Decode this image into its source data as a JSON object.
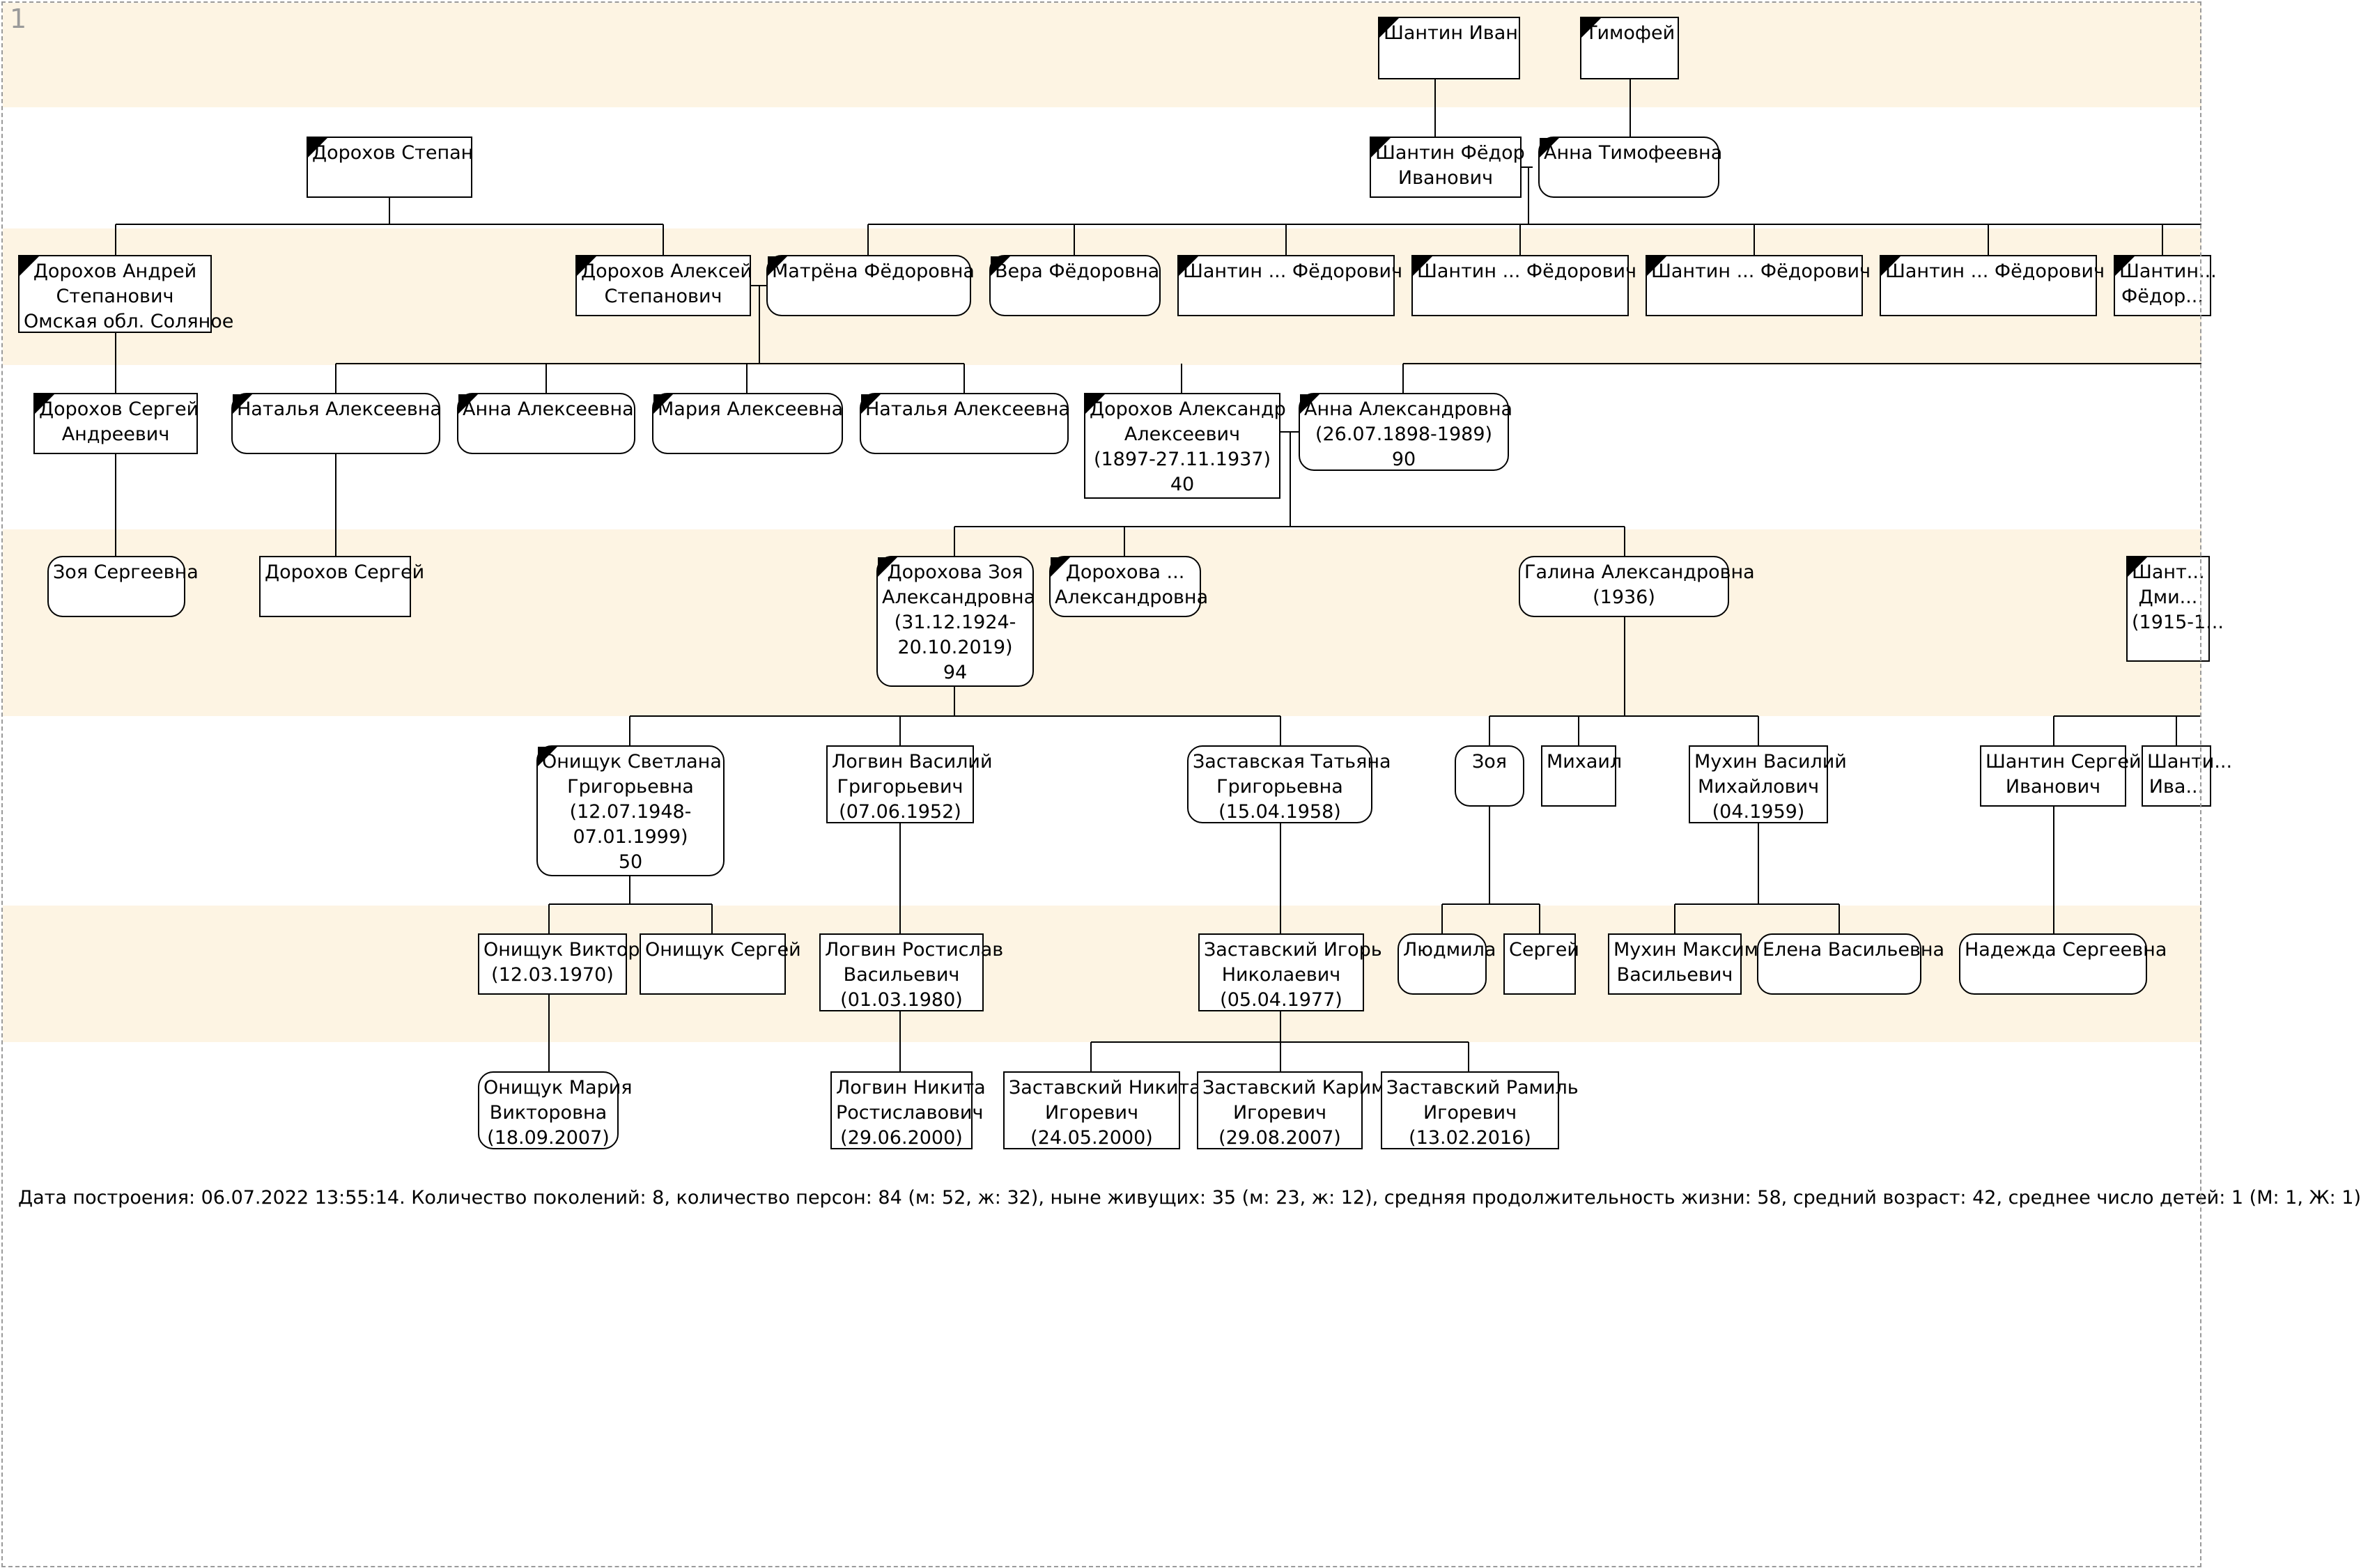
{
  "page_number": "1",
  "people": [
    {
      "id": "p1",
      "lines": [
        "Шантин Иван"
      ],
      "female": false,
      "deceased": true
    },
    {
      "id": "p2",
      "lines": [
        "Тимофей"
      ],
      "female": false,
      "deceased": true
    },
    {
      "id": "p3",
      "lines": [
        "Дорохов Степан"
      ],
      "female": false,
      "deceased": true
    },
    {
      "id": "p4",
      "lines": [
        "Шантин Фёдор",
        "Иванович"
      ],
      "female": false,
      "deceased": true
    },
    {
      "id": "p5",
      "lines": [
        "Анна Тимофеевна"
      ],
      "female": true,
      "deceased": true
    },
    {
      "id": "p6",
      "lines": [
        "Дорохов Андрей",
        "Степанович",
        "Омская обл. Соляное"
      ],
      "female": false,
      "deceased": true
    },
    {
      "id": "p7",
      "lines": [
        "Дорохов Алексей",
        "Степанович"
      ],
      "female": false,
      "deceased": true
    },
    {
      "id": "p8",
      "lines": [
        "Матрёна Фёдоровна"
      ],
      "female": true,
      "deceased": true
    },
    {
      "id": "p9",
      "lines": [
        "Вера Фёдоровна"
      ],
      "female": true,
      "deceased": true
    },
    {
      "id": "p10",
      "lines": [
        "Шантин ... Фёдорович"
      ],
      "female": false,
      "deceased": true
    },
    {
      "id": "p11",
      "lines": [
        "Шантин ... Фёдорович"
      ],
      "female": false,
      "deceased": true
    },
    {
      "id": "p12",
      "lines": [
        "Шантин ... Фёдорович"
      ],
      "female": false,
      "deceased": true
    },
    {
      "id": "p13",
      "lines": [
        "Шантин ... Фёдорович"
      ],
      "female": false,
      "deceased": true
    },
    {
      "id": "p14",
      "lines": [
        "Шантин...",
        "Фёдор..."
      ],
      "female": false,
      "deceased": true
    },
    {
      "id": "p15",
      "lines": [
        "Дорохов Сергей",
        "Андреевич"
      ],
      "female": false,
      "deceased": true
    },
    {
      "id": "p16",
      "lines": [
        "Наталья Алексеевна"
      ],
      "female": true,
      "deceased": true
    },
    {
      "id": "p17",
      "lines": [
        "Анна Алексеевна"
      ],
      "female": true,
      "deceased": true
    },
    {
      "id": "p18",
      "lines": [
        "Мария Алексеевна"
      ],
      "female": true,
      "deceased": true
    },
    {
      "id": "p19",
      "lines": [
        "Наталья Алексеевна"
      ],
      "female": true,
      "deceased": true
    },
    {
      "id": "p20",
      "lines": [
        "Дорохов Александр",
        "Алексеевич",
        "(1897-27.11.1937)",
        "40"
      ],
      "female": false,
      "deceased": true
    },
    {
      "id": "p21",
      "lines": [
        "Анна Александровна",
        "(26.07.1898-1989)",
        "90"
      ],
      "female": true,
      "deceased": true
    },
    {
      "id": "p22",
      "lines": [
        "Зоя Сергеевна"
      ],
      "female": true,
      "deceased": false
    },
    {
      "id": "p23",
      "lines": [
        "Дорохов Сергей"
      ],
      "female": false,
      "deceased": false
    },
    {
      "id": "p24",
      "lines": [
        "Дорохова Зоя",
        "Александровна",
        "(31.12.1924-",
        "20.10.2019)",
        "94"
      ],
      "female": true,
      "deceased": true
    },
    {
      "id": "p25",
      "lines": [
        "Дорохова ...",
        "Александровна"
      ],
      "female": true,
      "deceased": true
    },
    {
      "id": "p26",
      "lines": [
        "Галина Александровна",
        "(1936)"
      ],
      "female": true,
      "deceased": false
    },
    {
      "id": "p27",
      "lines": [
        "Шант...",
        "Дми...",
        "(1915-1..."
      ],
      "female": false,
      "deceased": true
    },
    {
      "id": "p28",
      "lines": [
        "Онищук Светлана",
        "Григорьевна",
        "(12.07.1948-",
        "07.01.1999)",
        "50"
      ],
      "female": true,
      "deceased": true
    },
    {
      "id": "p29",
      "lines": [
        "Логвин Василий",
        "Григорьевич",
        "(07.06.1952)"
      ],
      "female": false,
      "deceased": false
    },
    {
      "id": "p30",
      "lines": [
        "Заставская Татьяна",
        "Григорьевна",
        "(15.04.1958)"
      ],
      "female": true,
      "deceased": false
    },
    {
      "id": "p31",
      "lines": [
        "Зоя"
      ],
      "female": true,
      "deceased": false
    },
    {
      "id": "p32",
      "lines": [
        "Михаил"
      ],
      "female": false,
      "deceased": false
    },
    {
      "id": "p33",
      "lines": [
        "Мухин Василий",
        "Михайлович",
        "(04.1959)"
      ],
      "female": false,
      "deceased": false
    },
    {
      "id": "p34",
      "lines": [
        "Шантин Сергей",
        "Иванович"
      ],
      "female": false,
      "deceased": false
    },
    {
      "id": "p35",
      "lines": [
        "Шанти...",
        "Ива..."
      ],
      "female": false,
      "deceased": false
    },
    {
      "id": "p36",
      "lines": [
        "Онищук Виктор",
        "(12.03.1970)"
      ],
      "female": false,
      "deceased": false
    },
    {
      "id": "p37",
      "lines": [
        "Онищук Сергей"
      ],
      "female": false,
      "deceased": false
    },
    {
      "id": "p38",
      "lines": [
        "Логвин Ростислав",
        "Васильевич",
        "(01.03.1980)"
      ],
      "female": false,
      "deceased": false
    },
    {
      "id": "p39",
      "lines": [
        "Заставский Игорь",
        "Николаевич",
        "(05.04.1977)"
      ],
      "female": false,
      "deceased": false
    },
    {
      "id": "p40",
      "lines": [
        "Людмила"
      ],
      "female": true,
      "deceased": false
    },
    {
      "id": "p41",
      "lines": [
        "Сергей"
      ],
      "female": false,
      "deceased": false
    },
    {
      "id": "p42",
      "lines": [
        "Мухин Максим",
        "Васильевич"
      ],
      "female": false,
      "deceased": false
    },
    {
      "id": "p43",
      "lines": [
        "Елена Васильевна"
      ],
      "female": true,
      "deceased": false
    },
    {
      "id": "p44",
      "lines": [
        "Надежда Сергеевна"
      ],
      "female": true,
      "deceased": false
    },
    {
      "id": "p45",
      "lines": [
        "Онищук Мария",
        "Викторовна",
        "(18.09.2007)"
      ],
      "female": true,
      "deceased": false
    },
    {
      "id": "p46",
      "lines": [
        "Логвин Никита",
        "Ростиславович",
        "(29.06.2000)"
      ],
      "female": false,
      "deceased": false
    },
    {
      "id": "p47",
      "lines": [
        "Заставский Никита",
        "Игоревич",
        "(24.05.2000)"
      ],
      "female": false,
      "deceased": false
    },
    {
      "id": "p48",
      "lines": [
        "Заставский Карим",
        "Игоревич",
        "(29.08.2007)"
      ],
      "female": false,
      "deceased": false
    },
    {
      "id": "p49",
      "lines": [
        "Заставский Рамиль",
        "Игоревич",
        "(13.02.2016)"
      ],
      "female": false,
      "deceased": false
    }
  ],
  "footer": "Дата построения: 06.07.2022 13:55:14. Количество поколений: 8, количество персон: 84 (м: 52, ж: 32), ныне живущих: 35 (м: 23, ж: 12), средняя продолжительность жизни: 58, средний возраст: 42, среднее число детей: 1 (М: 1, Ж: 1)"
}
